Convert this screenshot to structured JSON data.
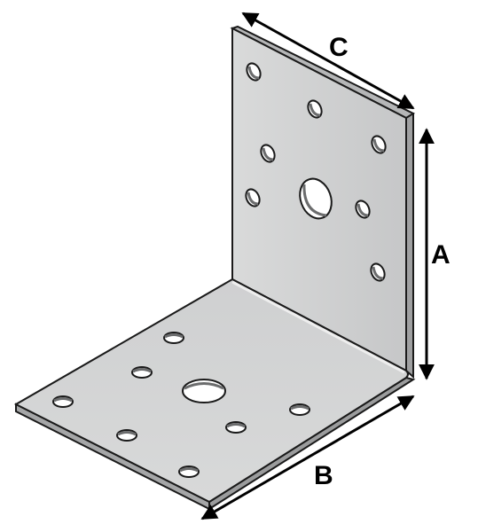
{
  "diagram": {
    "dimensions": {
      "a_label": "A",
      "b_label": "B",
      "c_label": "C"
    },
    "colors": {
      "plate_light": "#d4d5d5",
      "plate_mid": "#c8c9ca",
      "plate_dark": "#a9aaab",
      "edge": "#1a1a1a",
      "arrow": "#000000",
      "hole_inner": "#ffffff"
    },
    "icons": {
      "part": "angle-bracket-icon",
      "arrow": "dimension-arrow-icon"
    }
  }
}
